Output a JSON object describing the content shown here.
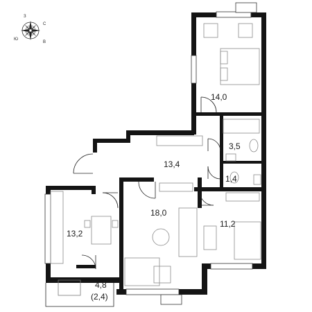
{
  "compass": {
    "north_label": "З",
    "east_label": "С",
    "south_label": "В",
    "west_label": "Ю"
  },
  "rooms": {
    "bedroom_top": {
      "area": "14,0"
    },
    "bathroom": {
      "area": "3,5"
    },
    "hall": {
      "area": "13,4"
    },
    "toilet": {
      "area": "1,4"
    },
    "living": {
      "area": "18,0"
    },
    "kitchen": {
      "area": "13,2"
    },
    "bedroom_right": {
      "area": "11,2"
    },
    "balcony": {
      "area": "4,8",
      "area_reduced": "(2,4)"
    }
  }
}
